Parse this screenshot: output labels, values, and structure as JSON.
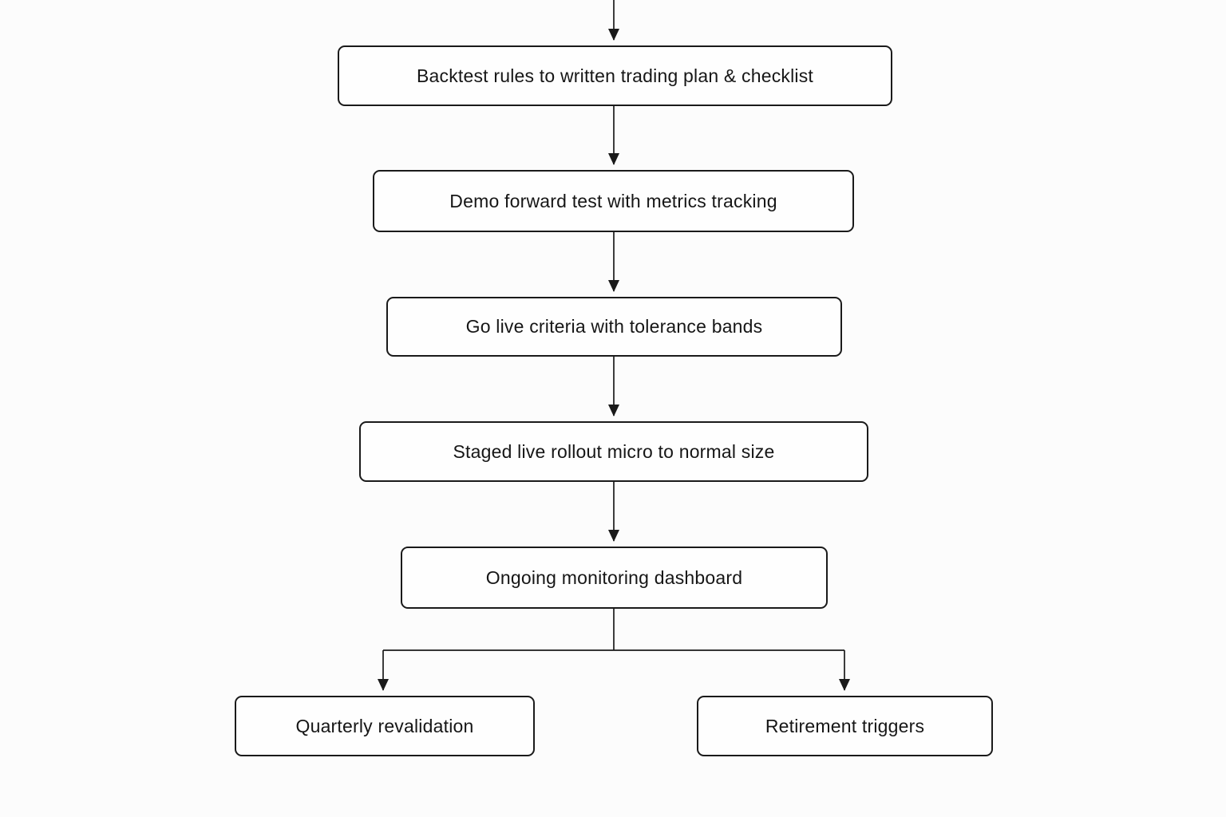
{
  "diagram": {
    "type": "flowchart",
    "direction": "top-down",
    "nodes": [
      {
        "id": "backtest-plan",
        "label": "Backtest rules to written trading plan & checklist"
      },
      {
        "id": "demo-forward-test",
        "label": "Demo forward test with metrics tracking"
      },
      {
        "id": "go-live-criteria",
        "label": "Go live criteria with tolerance bands"
      },
      {
        "id": "staged-rollout",
        "label": "Staged live rollout micro to normal size"
      },
      {
        "id": "monitoring-dashboard",
        "label": "Ongoing monitoring dashboard"
      },
      {
        "id": "quarterly-revalidation",
        "label": "Quarterly revalidation"
      },
      {
        "id": "retirement-triggers",
        "label": "Retirement triggers"
      }
    ],
    "edges": [
      {
        "from": "offscreen-top",
        "to": "backtest-plan"
      },
      {
        "from": "backtest-plan",
        "to": "demo-forward-test"
      },
      {
        "from": "demo-forward-test",
        "to": "go-live-criteria"
      },
      {
        "from": "go-live-criteria",
        "to": "staged-rollout"
      },
      {
        "from": "staged-rollout",
        "to": "monitoring-dashboard"
      },
      {
        "from": "monitoring-dashboard",
        "to": "quarterly-revalidation"
      },
      {
        "from": "monitoring-dashboard",
        "to": "retirement-triggers"
      }
    ],
    "colors": {
      "page_background": "#fcfcfc",
      "node_fill": "#fefefe",
      "node_border": "#1a1a1a",
      "text": "#161616",
      "connector": "#1a1a1a"
    }
  }
}
